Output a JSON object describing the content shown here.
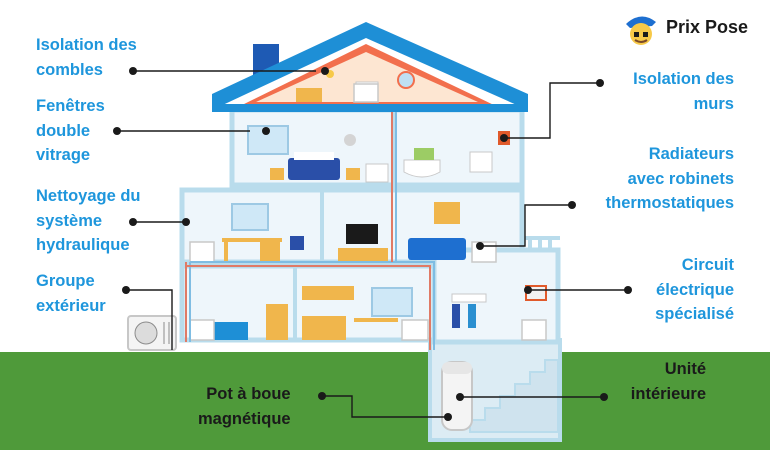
{
  "brand": {
    "name": "Prix Pose",
    "icon": "plumber-mascot-icon"
  },
  "colors": {
    "label": "#1e96dc",
    "label_dark": "#1a1a1a",
    "roof": "#1e8fd6",
    "attic": "#f26f4d",
    "wall": "#b9dcec",
    "ground": "#4f9a3a",
    "pipe": "#e07a66"
  },
  "labels": {
    "isolation_combles": [
      "Isolation des",
      "combles"
    ],
    "fenetres": [
      "Fenêtres",
      "double",
      "vitrage"
    ],
    "nettoyage": [
      "Nettoyage du",
      "système",
      "hydraulique"
    ],
    "groupe": [
      "Groupe",
      "extérieur"
    ],
    "isolation_murs": [
      "Isolation des",
      "murs"
    ],
    "radiateurs": [
      "Radiateurs",
      "avec robinets",
      "thermostatiques"
    ],
    "circuit": [
      "Circuit",
      "électrique",
      "spécialisé"
    ],
    "unite": [
      "Unité",
      "intérieure"
    ],
    "pot": [
      "Pot à boue",
      "magnétique"
    ]
  }
}
